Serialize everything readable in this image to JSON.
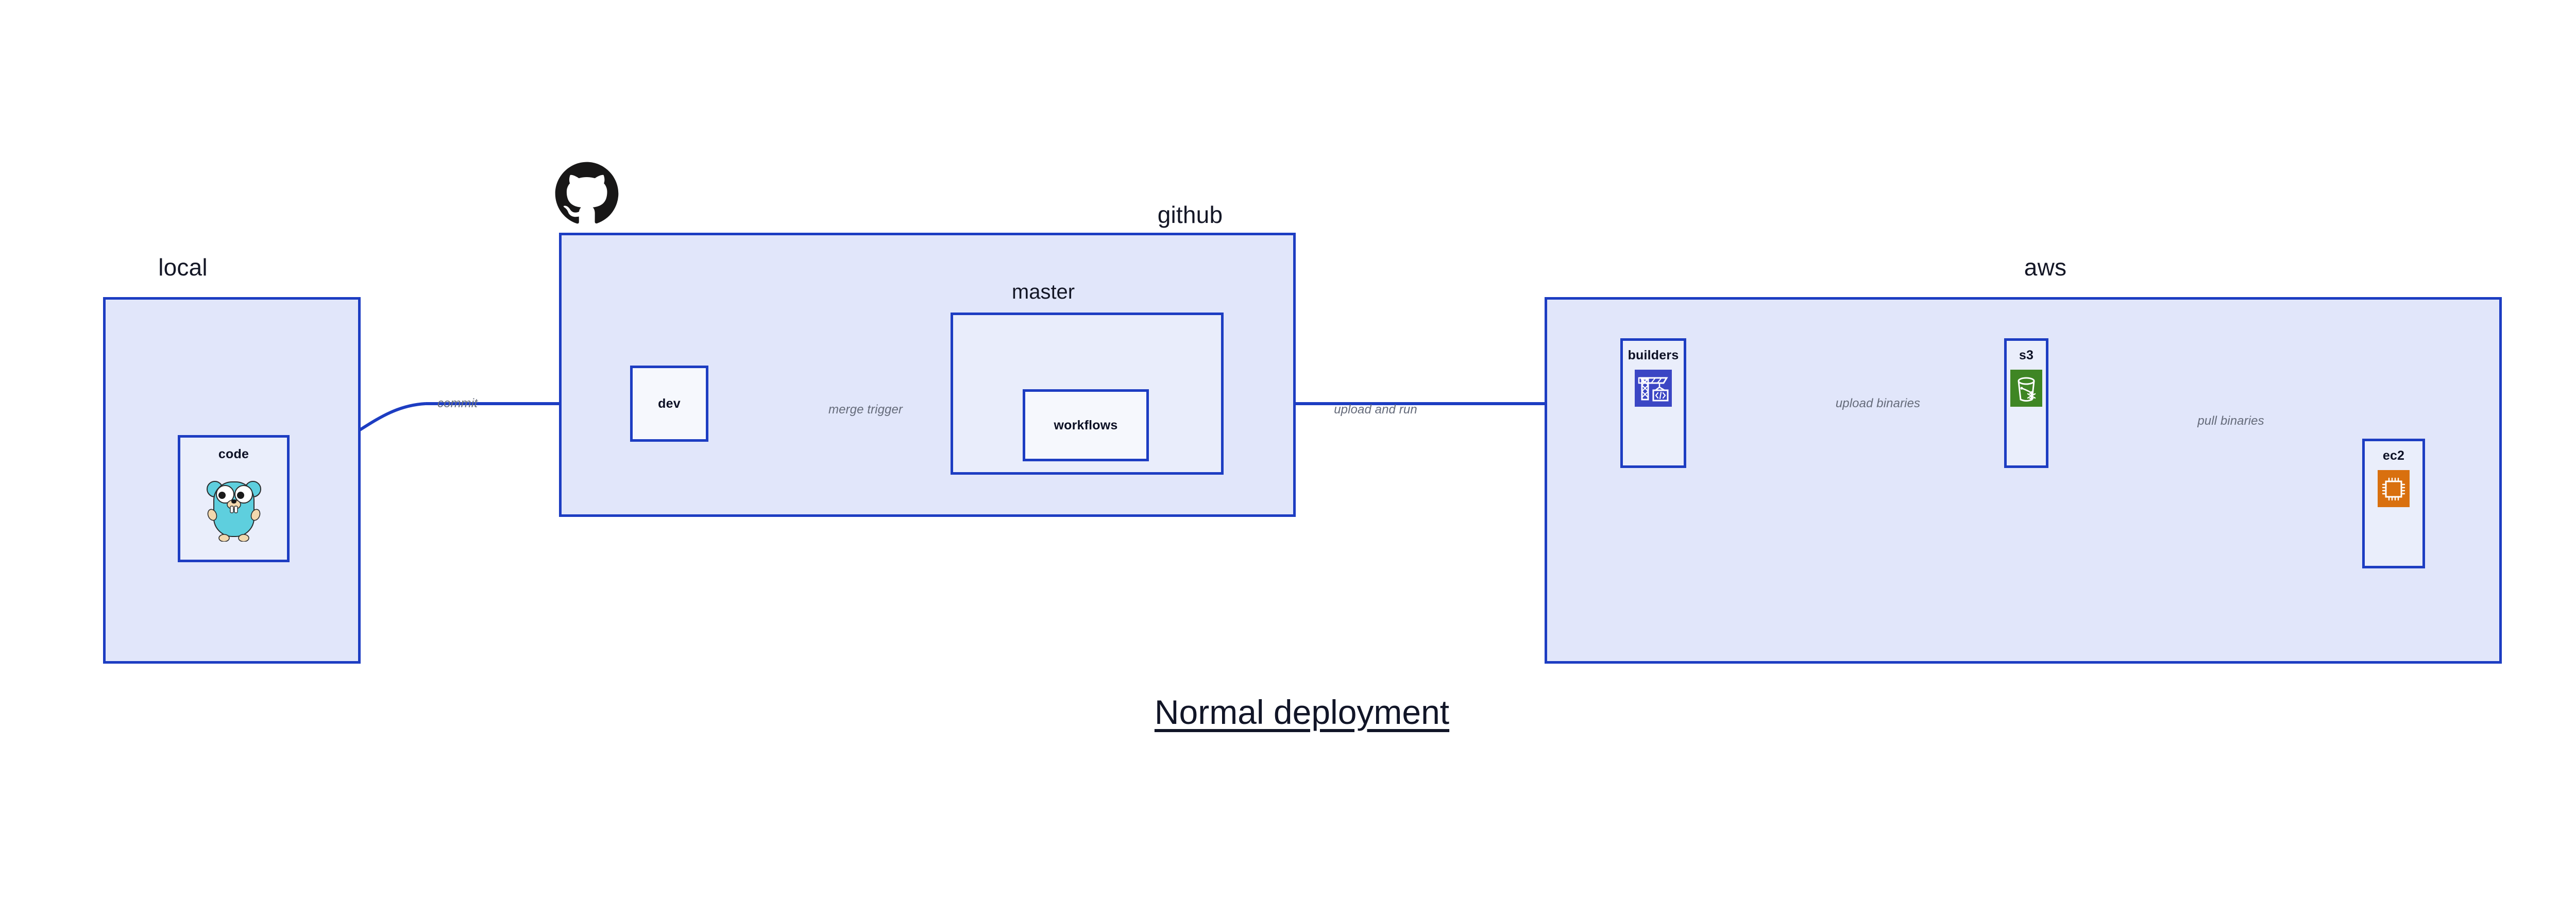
{
  "diagram": {
    "caption": "Normal deployment",
    "accent_border": "#1d3dc2",
    "group_fill": "#e1e6fa",
    "node_fill": "#eaeefb",
    "edge_label_color": "#656b7a"
  },
  "groups": [
    {
      "id": "local",
      "title": "local"
    },
    {
      "id": "github",
      "title": "github"
    },
    {
      "id": "aws",
      "title": "aws"
    }
  ],
  "subgroups": [
    {
      "id": "master",
      "title": "master",
      "parent": "github"
    }
  ],
  "nodes": [
    {
      "id": "code",
      "label": "code",
      "parent": "local",
      "icon": "go-gopher-icon",
      "icon_color": "#5ecfde"
    },
    {
      "id": "dev",
      "label": "dev",
      "parent": "github",
      "icon": "none",
      "icon_color": ""
    },
    {
      "id": "workflows",
      "label": "workflows",
      "parent": "master",
      "icon": "none",
      "icon_color": ""
    },
    {
      "id": "builders",
      "label": "builders",
      "parent": "aws",
      "icon": "aws-codebuild-icon",
      "icon_color": "#3b46c4"
    },
    {
      "id": "s3",
      "label": "s3",
      "parent": "aws",
      "icon": "aws-s3-glacier-icon",
      "icon_color": "#3f8624"
    },
    {
      "id": "ec2",
      "label": "ec2",
      "parent": "aws",
      "icon": "aws-ec2-icon",
      "icon_color": "#d9700f"
    }
  ],
  "edges": [
    {
      "id": "commit",
      "label": "commit",
      "from": "code",
      "to": "dev"
    },
    {
      "id": "merge-trigger",
      "label": "merge trigger",
      "from": "dev",
      "to": "workflows"
    },
    {
      "id": "upload-and-run",
      "label": "upload and run",
      "from": "workflows",
      "to": "builders"
    },
    {
      "id": "upload-binaries",
      "label": "upload binaries",
      "from": "builders",
      "to": "s3"
    },
    {
      "id": "pull-binaries",
      "label": "pull binaries",
      "from": "s3",
      "to": "ec2"
    }
  ],
  "logos": [
    {
      "id": "github-octocat",
      "icon": "github-octocat-icon",
      "color": "#181717"
    }
  ]
}
